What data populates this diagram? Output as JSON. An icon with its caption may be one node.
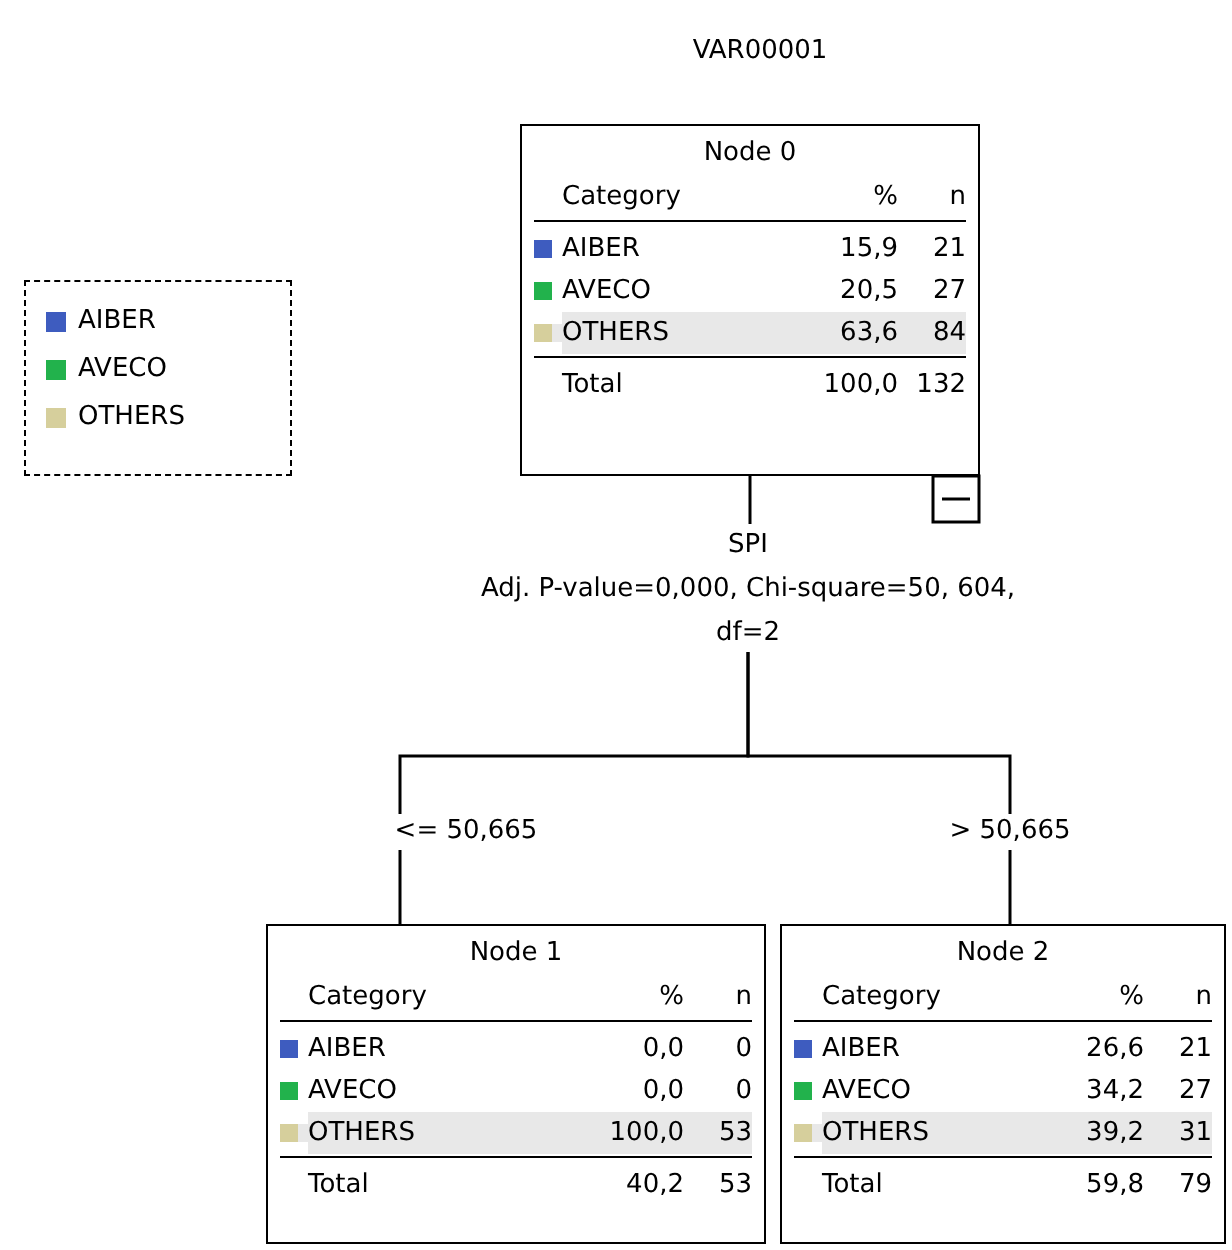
{
  "diagram": {
    "title": "VAR00001",
    "nodes": [
      {
        "text": [
          "Node 0",
          "Category",
          "%",
          "n",
          "AIBER",
          "15,9",
          "21",
          "AVECO",
          "20,5",
          "27",
          "OTHERS",
          "63,6",
          "84",
          "Total",
          "100,0",
          "132"
        ]
      },
      {
        "text": [
          "SPI",
          "Adj. P-value=0,000, Chi-square=50, 604, df=2"
        ]
      },
      {
        "text": [
          "Node 1",
          "Category",
          "%",
          "n",
          "AIBER",
          "0,0",
          "0",
          "AVECO",
          "0,0",
          "0",
          "OTHERS",
          "100,0",
          "53",
          "Total",
          "40,2",
          "53"
        ]
      },
      {
        "text": [
          "Node 2",
          "Category",
          "%",
          "n",
          "AIBER",
          "26,6",
          "21",
          "AVECO",
          "34,2",
          "27",
          "OTHERS",
          "39,2",
          "31",
          "Total",
          "59,8",
          "79"
        ]
      }
    ],
    "edges": [
      {
        "from": 0,
        "to": 1,
        "arrow": "none"
      },
      {
        "from": 1,
        "to": 2,
        "arrow": "none",
        "label": "<= 50,665"
      },
      {
        "from": 1,
        "to": 3,
        "arrow": "none",
        "label": "> 50,665"
      }
    ],
    "legend": [
      {
        "text": "AIBER",
        "color": "#3e5cbf"
      },
      {
        "text": "AVECO",
        "color": "#22b24c"
      },
      {
        "text": "OTHERS",
        "color": "#d6cf9c"
      }
    ]
  }
}
